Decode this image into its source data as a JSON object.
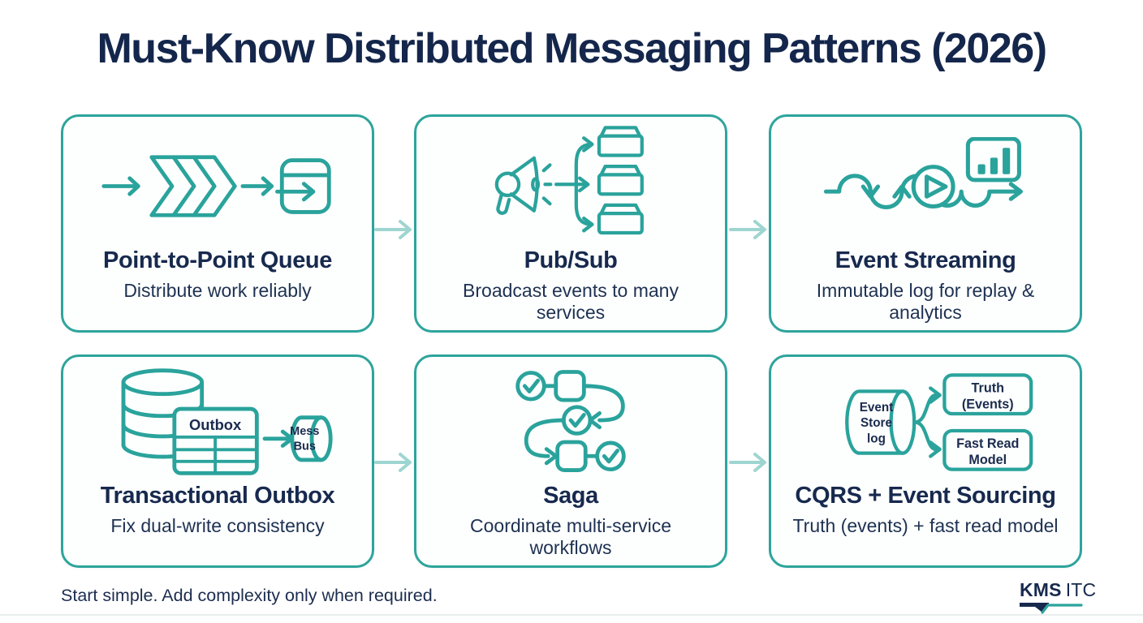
{
  "page_title": "Must-Know Distributed Messaging Patterns (2026)",
  "cards": [
    {
      "title": "Point-to-Point Queue",
      "subtitle": "Distribute work reliably",
      "icon": "queue-flow-icon"
    },
    {
      "title": "Pub/Sub",
      "subtitle": "Broadcast events to many services",
      "icon": "pubsub-fanout-icon"
    },
    {
      "title": "Event Streaming",
      "subtitle": "Immutable log for replay & analytics",
      "icon": "event-stream-icon"
    },
    {
      "title": "Transactional Outbox",
      "subtitle": "Fix dual-write consistency",
      "icon": "outbox-db-icon",
      "icon_labels": {
        "table": "Outbox",
        "bus": [
          "Mess",
          "Bus"
        ]
      }
    },
    {
      "title": "Saga",
      "subtitle": "Coordinate multi-service workflows",
      "icon": "saga-workflow-icon"
    },
    {
      "title": "CQRS + Event Sourcing",
      "subtitle": "Truth (events) + fast read model",
      "icon": "cqrs-split-icon",
      "icon_labels": {
        "store": [
          "Event",
          "Store",
          "log"
        ],
        "truth": [
          "Truth",
          "(Events)"
        ],
        "read": [
          "Fast Read",
          "Model"
        ]
      }
    }
  ],
  "footer": {
    "note": "Start simple. Add complexity only when required.",
    "brand_primary": "KMS",
    "brand_secondary": "ITC"
  },
  "colors": {
    "teal": "#2AA39C",
    "light_arrow": "#9ED5D1",
    "navy": "#17294E",
    "card_border": "#2EA49C",
    "background": "#FFFFFF"
  }
}
